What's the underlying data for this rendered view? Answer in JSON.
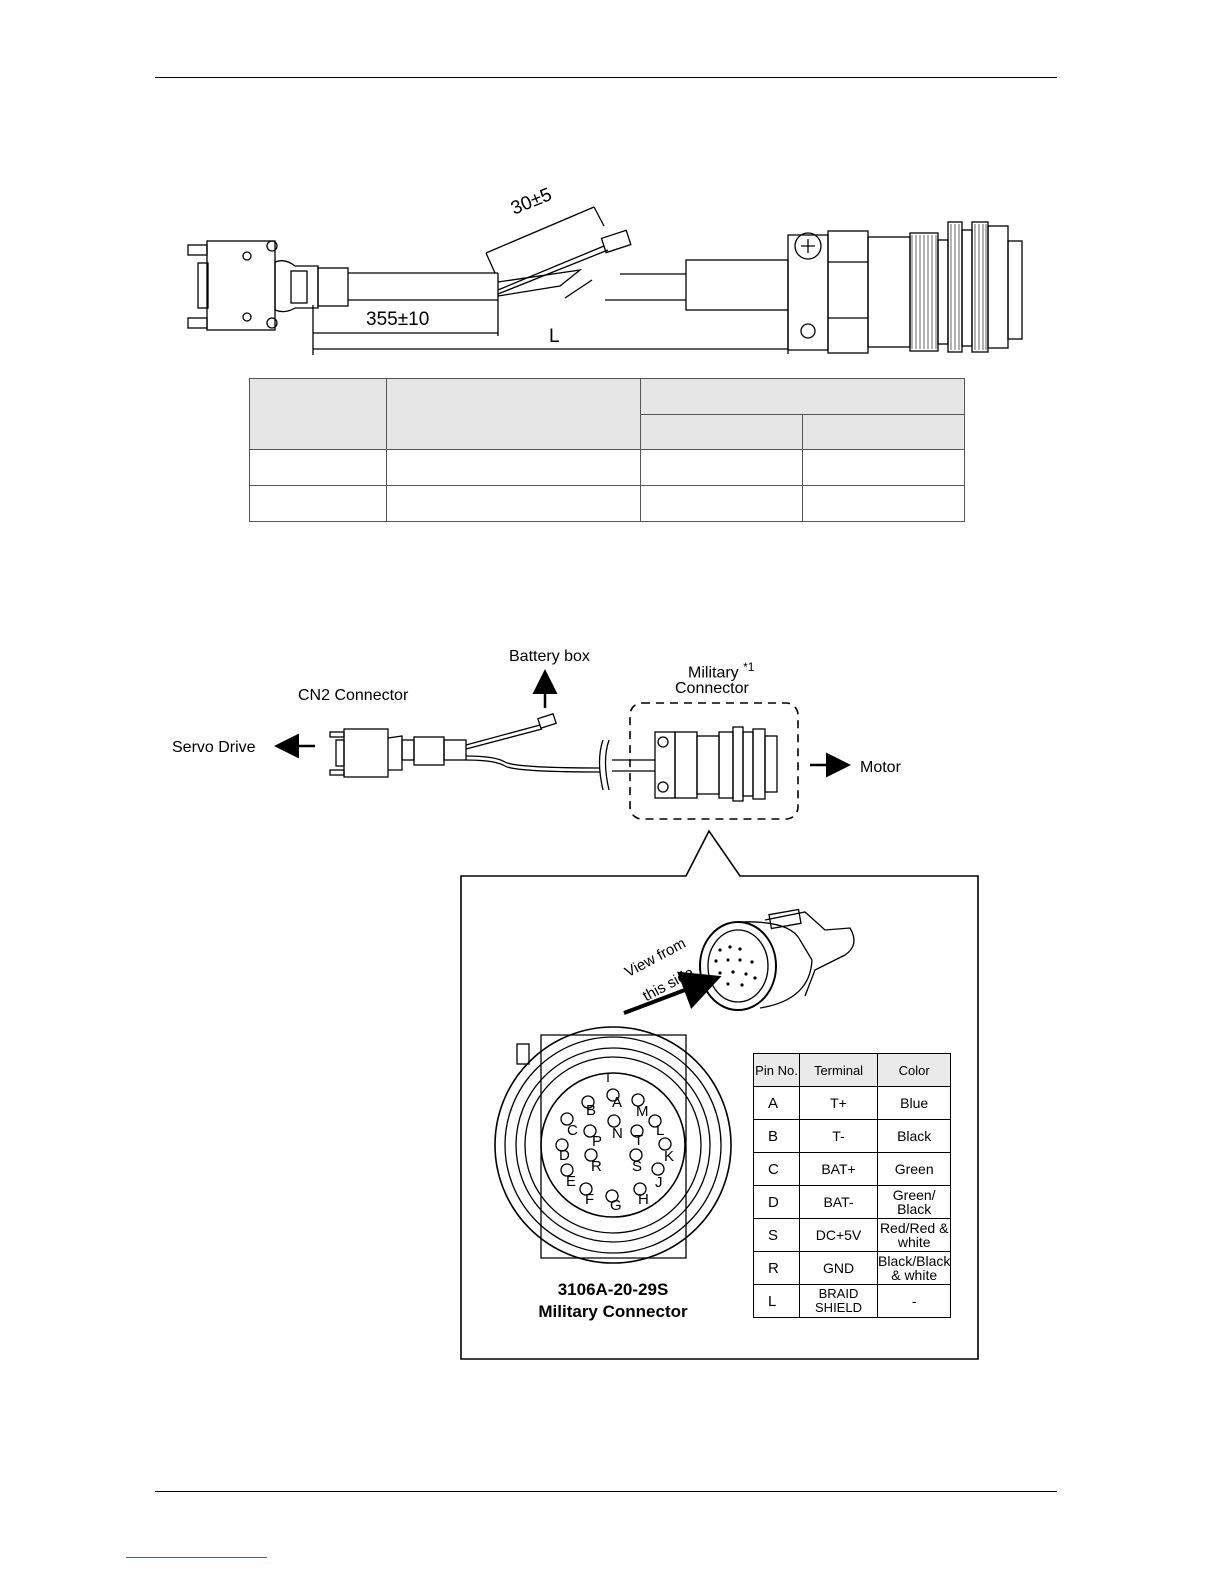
{
  "drawing1": {
    "dim_battery_lead": "30±5",
    "dim_cn2_length": "355±10",
    "dim_total_length": "L"
  },
  "diagram": {
    "battery_box": "Battery box",
    "cn2_connector": "CN2 Connector",
    "servo_drive": "Servo Drive",
    "military_line1": "Military",
    "military_sup": "*1",
    "military_line2": "Connector",
    "motor": "Motor"
  },
  "detail": {
    "view_line1": "View from",
    "view_line2": "this side",
    "caption_line1": "3106A-20-29S",
    "caption_line2": "Military Connector",
    "pin_letters": [
      "A",
      "B",
      "M",
      "C",
      "N",
      "L",
      "P",
      "T",
      "D",
      "K",
      "R",
      "S",
      "E",
      "J",
      "F",
      "H",
      "G"
    ]
  },
  "pin_table": {
    "headers": [
      "Pin No.",
      "Terminal",
      "Color"
    ],
    "rows": [
      {
        "pin": "A",
        "terminal": "T+",
        "color": "Blue"
      },
      {
        "pin": "B",
        "terminal": "T-",
        "color": "Black"
      },
      {
        "pin": "C",
        "terminal": "BAT+",
        "color": "Green"
      },
      {
        "pin": "D",
        "terminal": "BAT-",
        "color": "Green/ Black"
      },
      {
        "pin": "S",
        "terminal": "DC+5V",
        "color": "Red/Red & white"
      },
      {
        "pin": "R",
        "terminal": "GND",
        "color": "Black/Black & white"
      },
      {
        "pin": "L",
        "terminal": "BRAID SHIELD",
        "color": "-"
      }
    ]
  }
}
